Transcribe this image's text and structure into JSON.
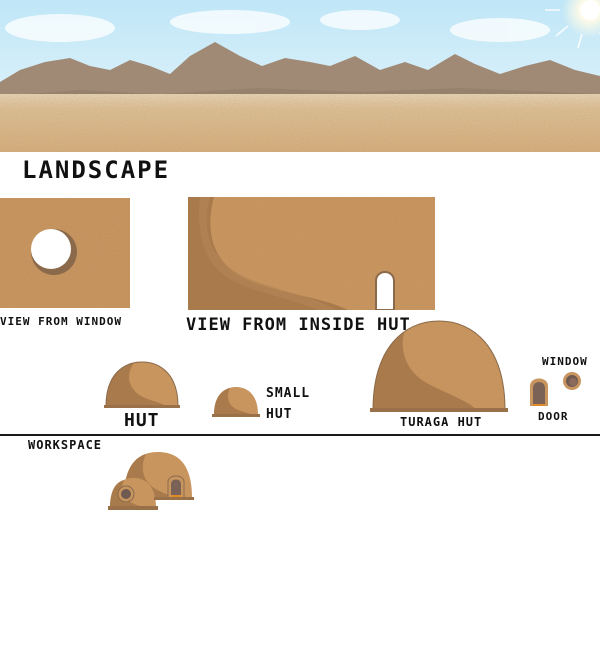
{
  "colors": {
    "sky_top": "#bfe6f7",
    "sky_bottom": "#e9f7fc",
    "mountain": "#a08a76",
    "sand_light": "#d9b58a",
    "sand_dark": "#c59a68",
    "clay": "#c9955f",
    "clay_shadow": "#a97a4b",
    "door": "#8a6a5a",
    "divider": "#1a1a1a"
  },
  "labels": {
    "landscape": "LANDSCAPE",
    "view_from_window": "VIEW FROM WINDOW",
    "view_from_inside_hut": "VIEW FROM INSIDE HUT",
    "hut": "HUT",
    "small": "SMALL",
    "small_hut": "HUT",
    "turaga_hut": "TURAGA HUT",
    "window": "WINDOW",
    "door": "DOOR",
    "workspace": "WORKSPACE"
  },
  "icons": {
    "sun": "sun-icon"
  }
}
